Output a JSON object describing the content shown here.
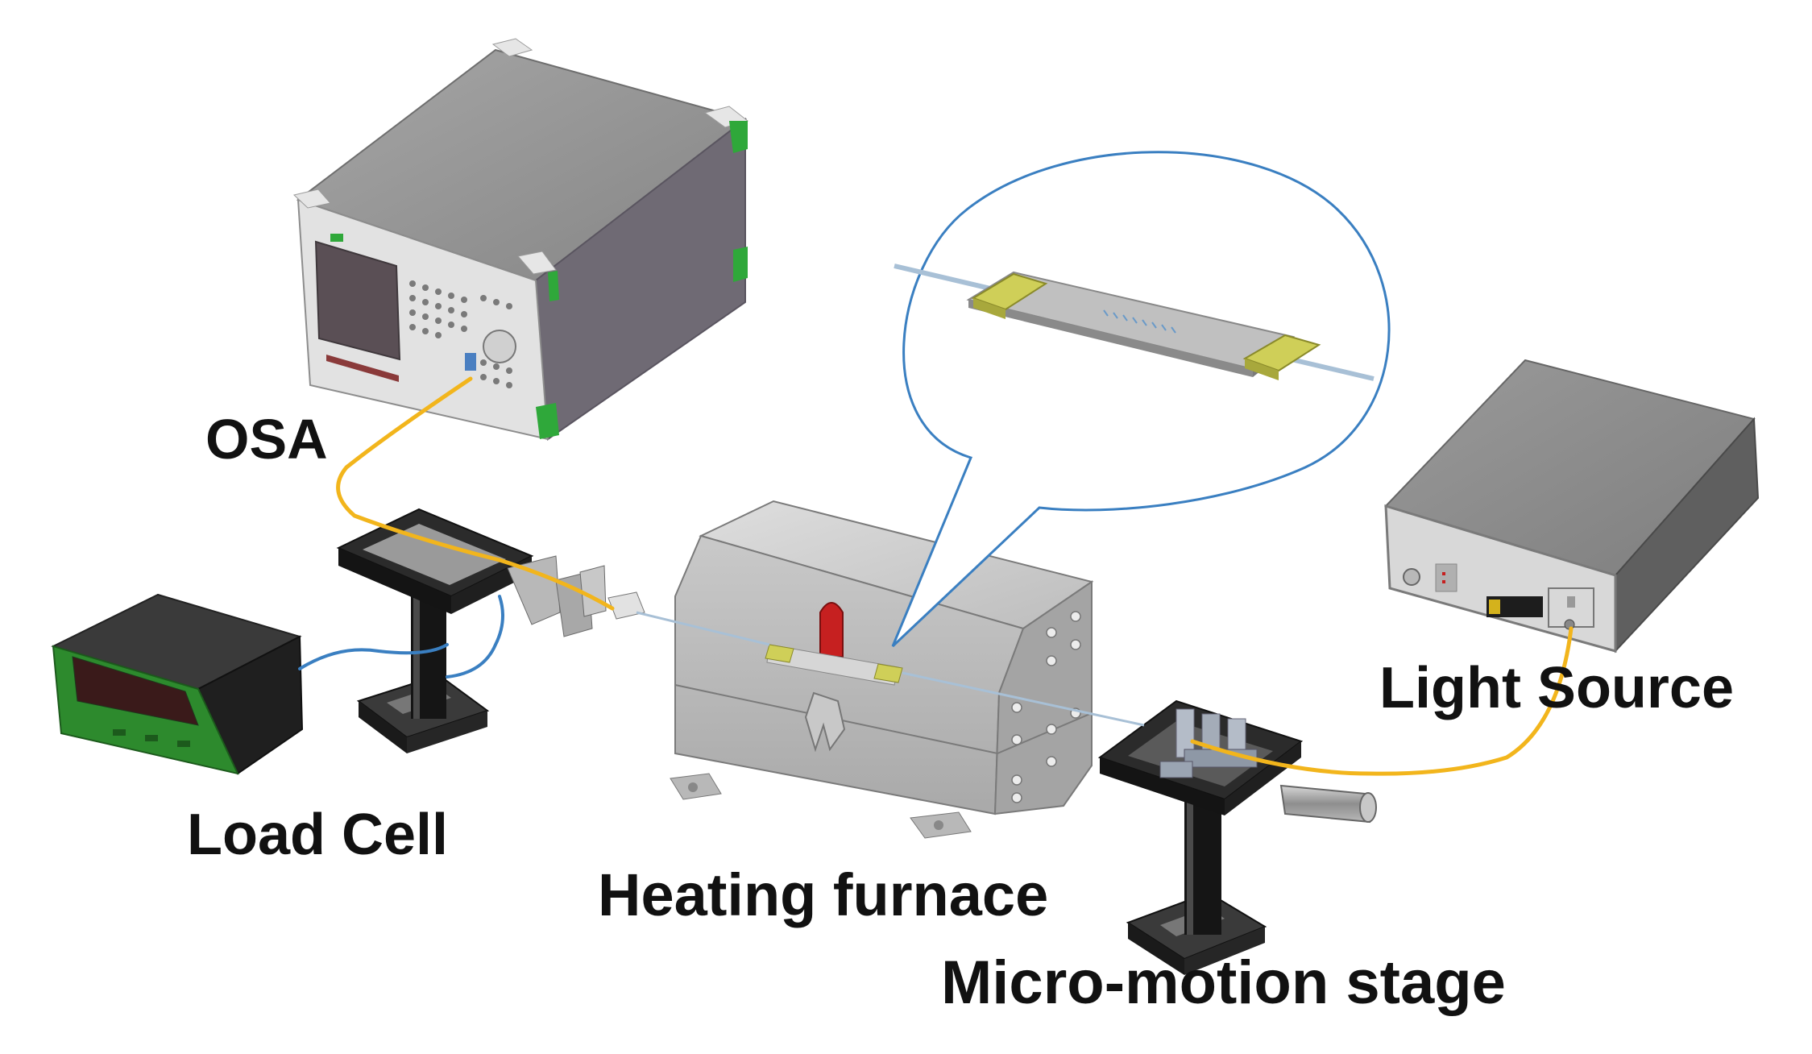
{
  "diagram": {
    "labels": {
      "osa": "OSA",
      "load_cell": "Load Cell",
      "heating_furnace": "Heating furnace",
      "micro_motion_stage": "Micro-motion stage",
      "light_source": "Light Source"
    },
    "colors": {
      "fiber": "#f2b51c",
      "signal_cable": "#3a7fc1",
      "callout_outline": "#3a7fc1",
      "pad": "#cfcf58",
      "osa_accent": "#2fa83a",
      "indicator": "#c62020",
      "display": "#2d8a2d"
    }
  }
}
